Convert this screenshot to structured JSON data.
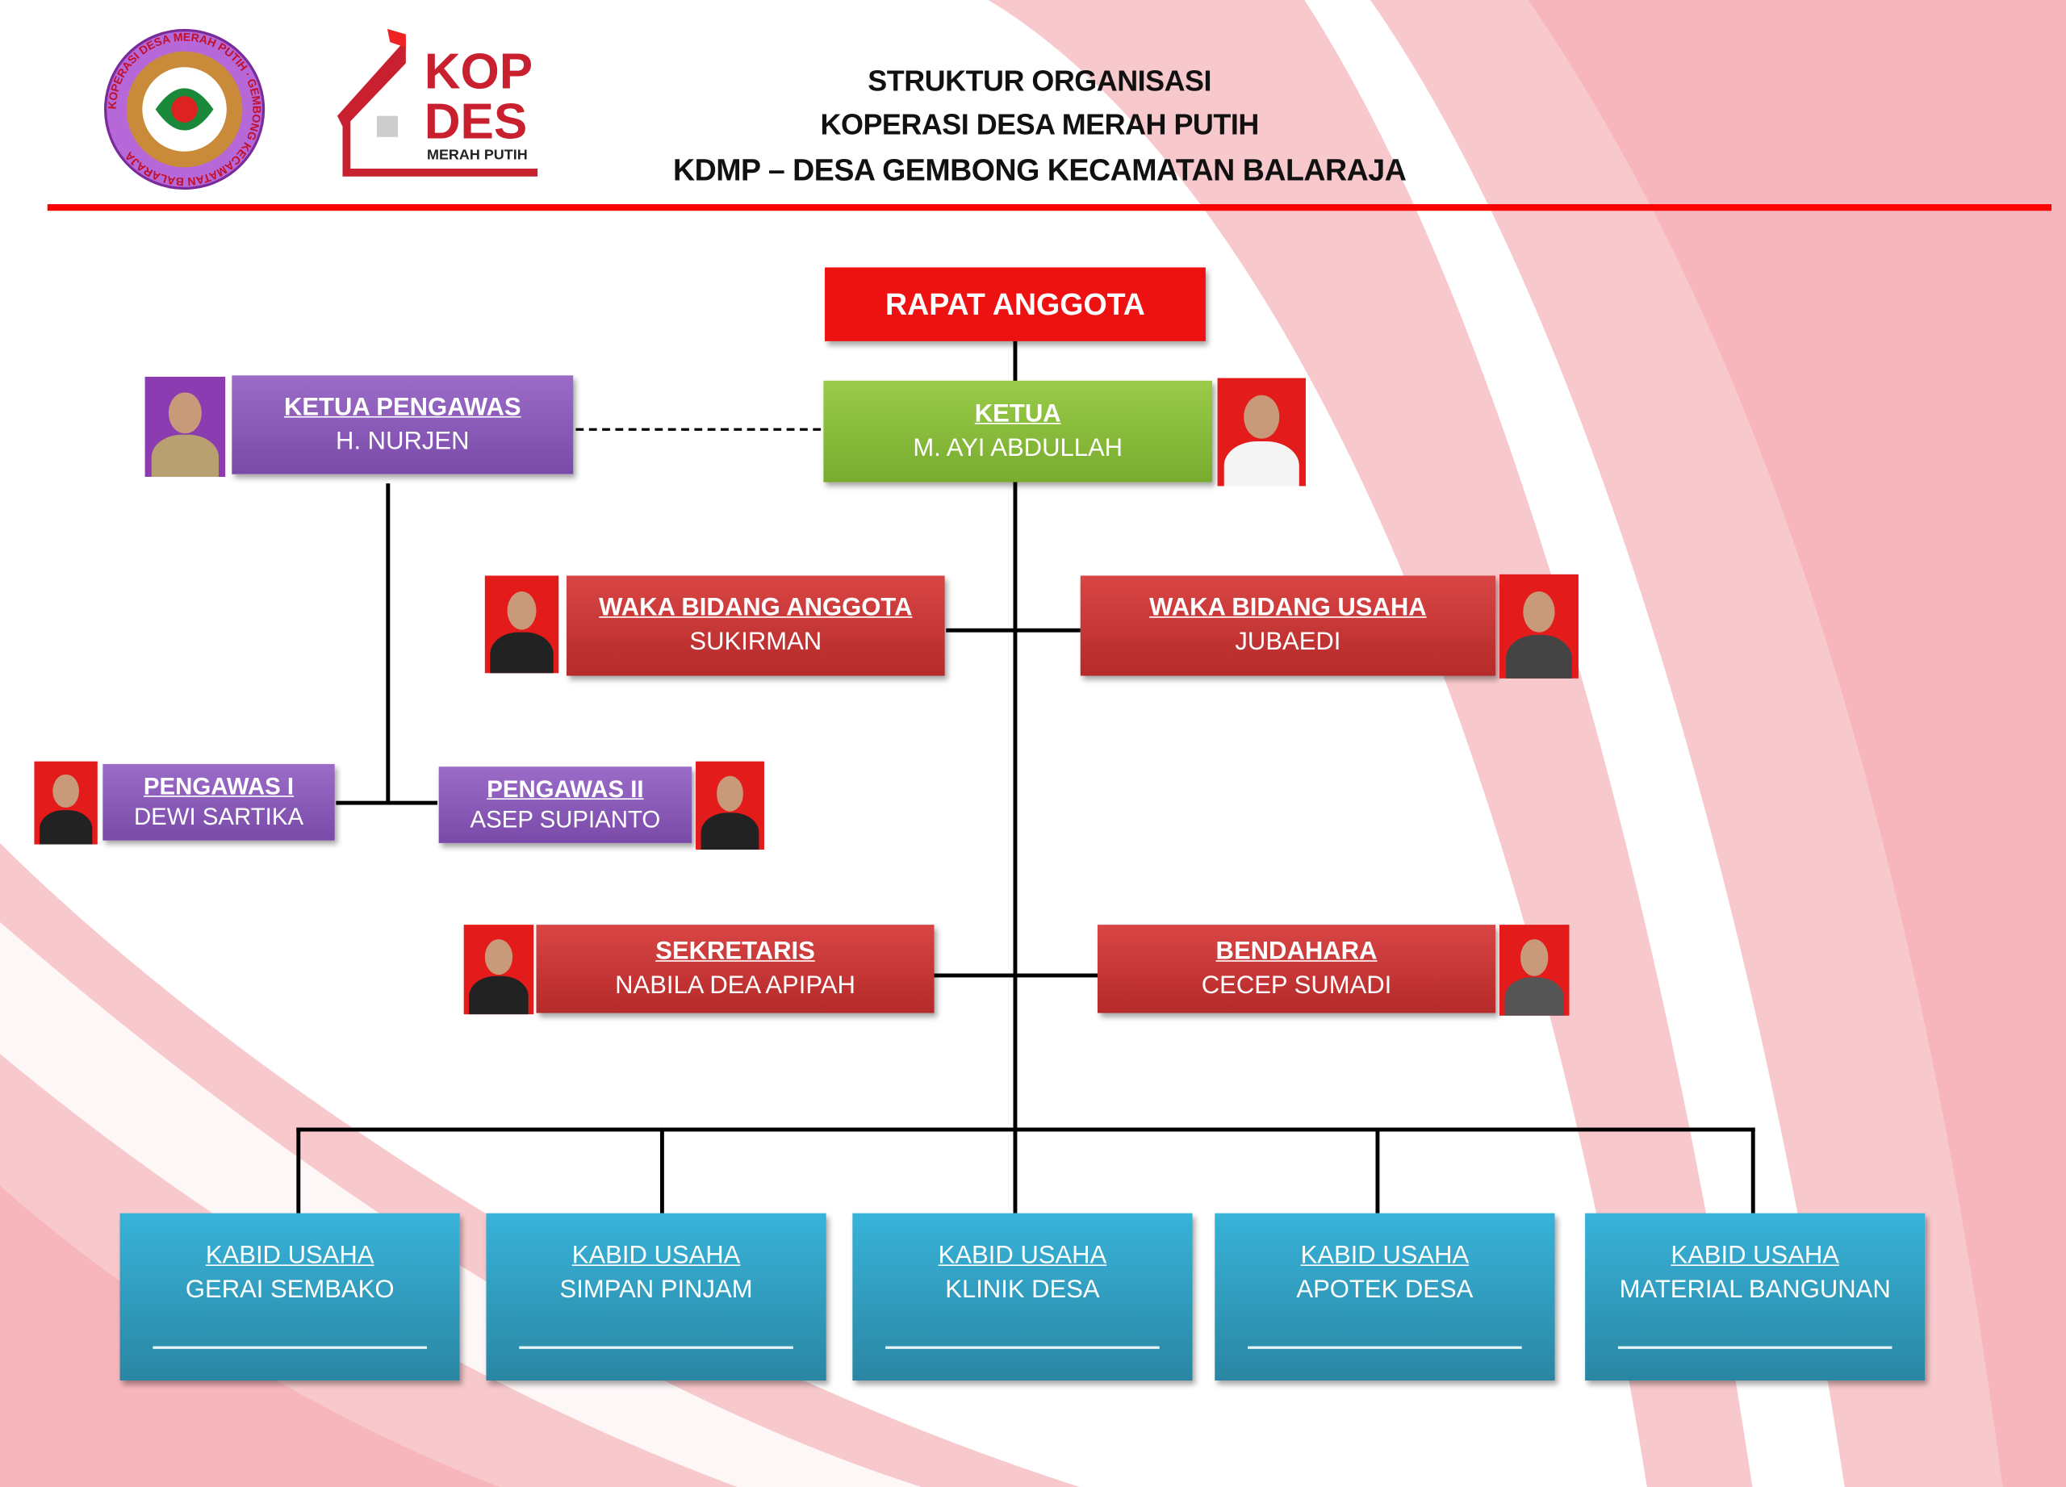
{
  "header": {
    "title_line1": "STRUKTUR ORGANISASI",
    "title_line2": "KOPERASI DESA MERAH PUTIH",
    "title_line3": "KDMP – DESA GEMBONG KECAMATAN BALARAJA",
    "logo1_text": "KOPERASI DESA MERAH PUTIH · GEMBONG KECAMATAN BALARAJA",
    "logo2_kop": "KOP",
    "logo2_des": "DES",
    "logo2_sub": "MERAH PUTIH"
  },
  "colors": {
    "accent_red": "#ff0000",
    "box_red": "#c23535",
    "purple": "#8a5cb8",
    "green": "#8cc03c",
    "blue": "#33a5c8"
  },
  "org": {
    "rapat": "RAPAT ANGGOTA",
    "ketua": {
      "role": "KETUA",
      "name": "M. AYI ABDULLAH"
    },
    "ketua_pengawas": {
      "role": "KETUA PENGAWAS",
      "name": "H. NURJEN"
    },
    "pengawas1": {
      "role": "PENGAWAS I",
      "name": "DEWI SARTIKA"
    },
    "pengawas2": {
      "role": "PENGAWAS II",
      "name": "ASEP SUPIANTO"
    },
    "waka_anggota": {
      "role": "WAKA BIDANG ANGGOTA",
      "name": "SUKIRMAN"
    },
    "waka_usaha": {
      "role": "WAKA BIDANG USAHA",
      "name": "JUBAEDI"
    },
    "sekretaris": {
      "role": "SEKRETARIS",
      "name": "NABILA DEA APIPAH"
    },
    "bendahara": {
      "role": "BENDAHARA",
      "name": "CECEP SUMADI"
    },
    "kabid": [
      {
        "role": "KABID USAHA",
        "unit": "GERAI SEMBAKO"
      },
      {
        "role": "KABID USAHA",
        "unit": "SIMPAN PINJAM"
      },
      {
        "role": "KABID USAHA",
        "unit": "KLINIK DESA"
      },
      {
        "role": "KABID USAHA",
        "unit": "APOTEK DESA"
      },
      {
        "role": "KABID USAHA",
        "unit": "MATERIAL BANGUNAN"
      }
    ]
  }
}
